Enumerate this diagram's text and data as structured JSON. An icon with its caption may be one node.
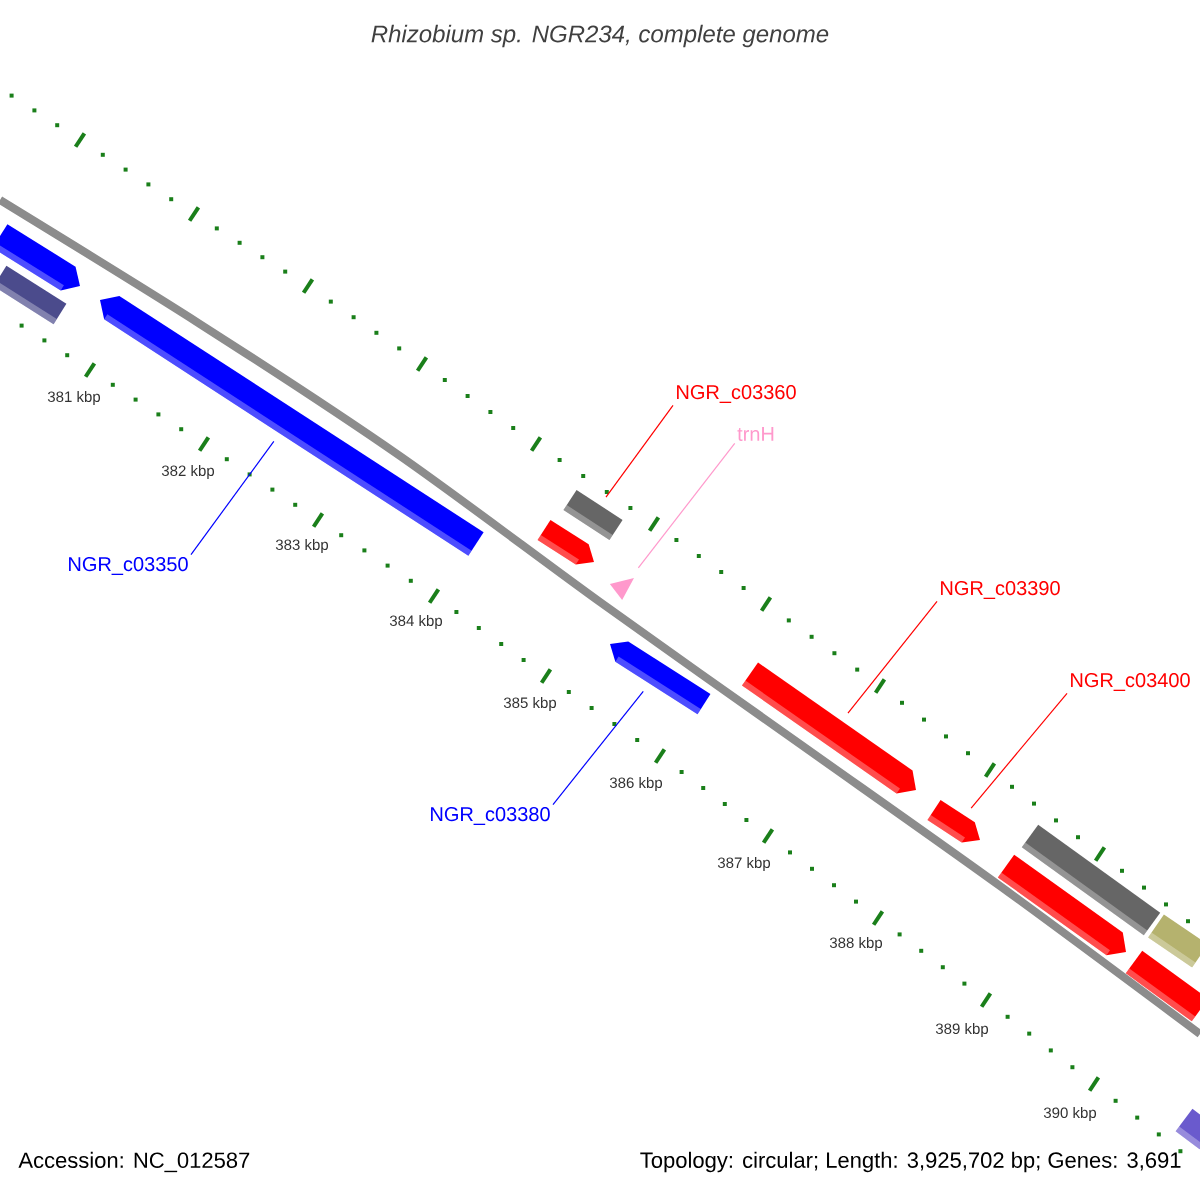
{
  "diagram": {
    "title": "Rhizobium sp. NGR234, complete genome",
    "nodes": [
      {
        "text": [
          "NGR_c03360"
        ]
      },
      {
        "text": [
          "trnH"
        ]
      },
      {
        "text": [
          "NGR_c03350"
        ]
      },
      {
        "text": [
          "NGR_c03390"
        ]
      },
      {
        "text": [
          "NGR_c03400"
        ]
      },
      {
        "text": [
          "NGR_c03380"
        ]
      },
      {
        "text": [],
        "shape": "arrow"
      },
      {
        "text": [],
        "shape": "box"
      },
      {
        "text": [],
        "shape": "arrow"
      },
      {
        "text": [],
        "shape": "box"
      },
      {
        "text": [],
        "shape": "arrow"
      },
      {
        "text": [],
        "shape": "triangle"
      },
      {
        "text": [],
        "shape": "arrow"
      },
      {
        "text": [],
        "shape": "arrow"
      },
      {
        "text": [],
        "shape": "arrow"
      },
      {
        "text": [],
        "shape": "box"
      },
      {
        "text": [],
        "shape": "box"
      },
      {
        "text": [],
        "shape": "arrow"
      },
      {
        "text": [],
        "shape": "box"
      },
      {
        "text": [],
        "shape": "box"
      }
    ],
    "edges": [
      {
        "from": 0,
        "to": 9,
        "arrow": "none"
      },
      {
        "from": 1,
        "to": 11,
        "arrow": "none",
        "color": "#ff99cc"
      },
      {
        "from": 2,
        "to": 8,
        "arrow": "none",
        "color": "#0000ff"
      },
      {
        "from": 3,
        "to": 13,
        "arrow": "none"
      },
      {
        "from": 4,
        "to": 14,
        "arrow": "none"
      },
      {
        "from": 5,
        "to": 12,
        "arrow": "none",
        "color": "#0000ff"
      }
    ],
    "labels": [
      "381 kbp",
      "382 kbp",
      "383 kbp",
      "384 kbp",
      "385 kbp",
      "386 kbp",
      "387 kbp",
      "388 kbp",
      "389 kbp",
      "390 kbp",
      "Accession: NC_012587",
      "Topology: circular; Length: 3,925,702 bp; Genes: 3,691"
    ]
  }
}
